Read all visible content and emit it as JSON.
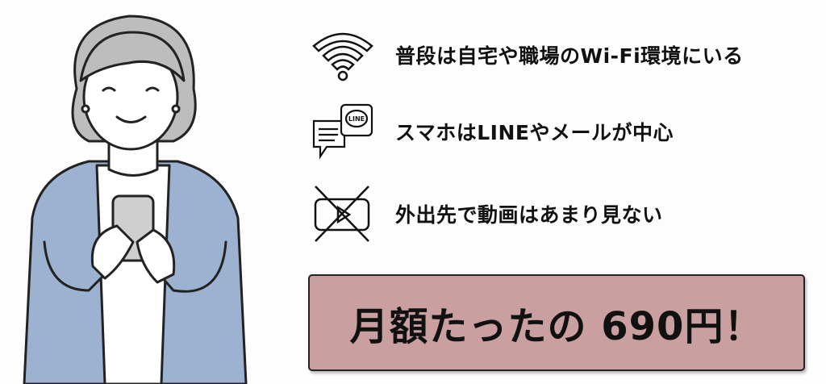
{
  "features": [
    {
      "icon": "wifi-icon",
      "text": "普段は自宅や職場のWi-Fi環境にいる"
    },
    {
      "icon": "line-chat-icon",
      "icon_label": "LINE",
      "text": "スマホはLINEやメールが中心"
    },
    {
      "icon": "no-video-icon",
      "text": "外出先で動画はあまり見ない"
    }
  ],
  "price_banner": {
    "text": "月額たったの 690円！"
  },
  "colors": {
    "banner": "#c9a09f",
    "cardigan": "#9db1d1",
    "hair": "#bdbdbd"
  }
}
